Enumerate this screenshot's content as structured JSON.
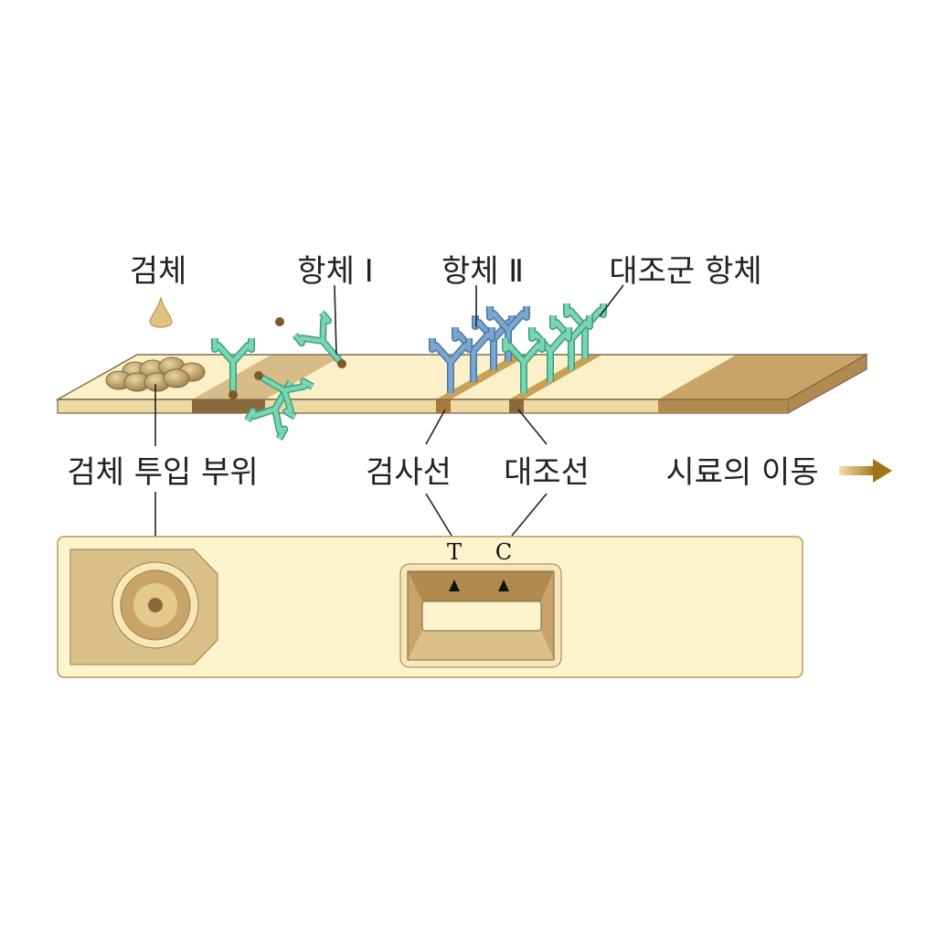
{
  "labels": {
    "sample": "검체",
    "antibody1": "항체 Ⅰ",
    "antibody2": "항체 Ⅱ",
    "control_antibody": "대조군 항체",
    "sample_pad": "검체 투입 부위",
    "test_line": "검사선",
    "control_line": "대조선",
    "flow": "시료의 이동"
  },
  "cassette": {
    "test_mark": "T",
    "control_mark": "C"
  },
  "colors": {
    "strip_top": "#fbf0c8",
    "strip_front": "#ecd9a4",
    "pad_dark": "#8a6a3c",
    "absorbent_pad": "#c9a46a",
    "antibody1": "#6fcfaa",
    "antibody2": "#6f9cc8",
    "arrow": "#a07418"
  }
}
